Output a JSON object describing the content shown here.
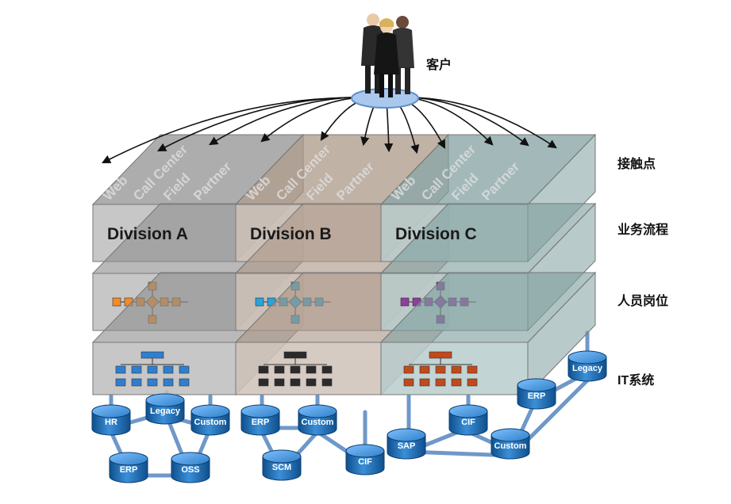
{
  "customer": {
    "label": "客户"
  },
  "layers": [
    {
      "key": "touchpoints",
      "label": "接触点"
    },
    {
      "key": "business_process",
      "label": "业务流程"
    },
    {
      "key": "roles",
      "label": "人员岗位"
    },
    {
      "key": "it_systems",
      "label": "IT系统"
    }
  ],
  "channels": [
    "Web",
    "Call Center",
    "Field",
    "Partner"
  ],
  "divisions": [
    {
      "name": "Division A",
      "top_color": "#9e9e9e",
      "accent": "#f28c28",
      "systems": [
        "HR",
        "Legacy",
        "Custom",
        "ERP",
        "OSS"
      ]
    },
    {
      "name": "Division B",
      "top_color": "#b39a88",
      "accent": "#29a3d8",
      "systems": [
        "ERP",
        "Custom",
        "SCM",
        "CIF"
      ]
    },
    {
      "name": "Division C",
      "top_color": "#7fa3a3",
      "accent": "#8e3e9e",
      "systems": [
        "SAP",
        "CIF",
        "Custom",
        "ERP",
        "Legacy"
      ]
    }
  ],
  "colors": {
    "db": "#1f6fb5",
    "pipe": "#5f8fc6"
  }
}
